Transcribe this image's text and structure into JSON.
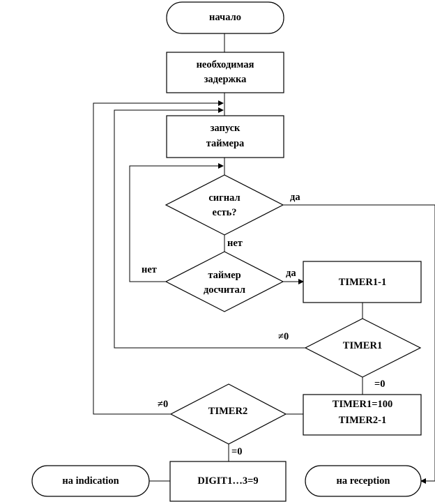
{
  "nodes": {
    "start": {
      "text": "начало"
    },
    "delay": {
      "line1": "необходимая",
      "line2": "задержка"
    },
    "start_timer": {
      "line1": "запуск",
      "line2": "таймера"
    },
    "signal_check": {
      "line1": "сигнал",
      "line2": "есть?"
    },
    "timer_check": {
      "line1": "таймер",
      "line2": "досчитал"
    },
    "timer1_decrement": {
      "text": "TIMER1-1"
    },
    "timer1_check": {
      "text": "TIMER1"
    },
    "timer1_reset": {
      "line1": "TIMER1=100",
      "line2": "TIMER2-1"
    },
    "timer2_check": {
      "text": "TIMER2"
    },
    "digits_set": {
      "text": "DIGIT1…3=9"
    },
    "to_indication": {
      "text": "на indication"
    },
    "to_reception": {
      "text": "на reception"
    }
  },
  "edge_labels": {
    "signal_yes": "да",
    "signal_no": "нет",
    "timer_no": "нет",
    "timer_yes": "да",
    "timer1_nonzero": "≠0",
    "timer1_zero": "=0",
    "timer2_nonzero": "≠0",
    "timer2_zero": "=0"
  }
}
